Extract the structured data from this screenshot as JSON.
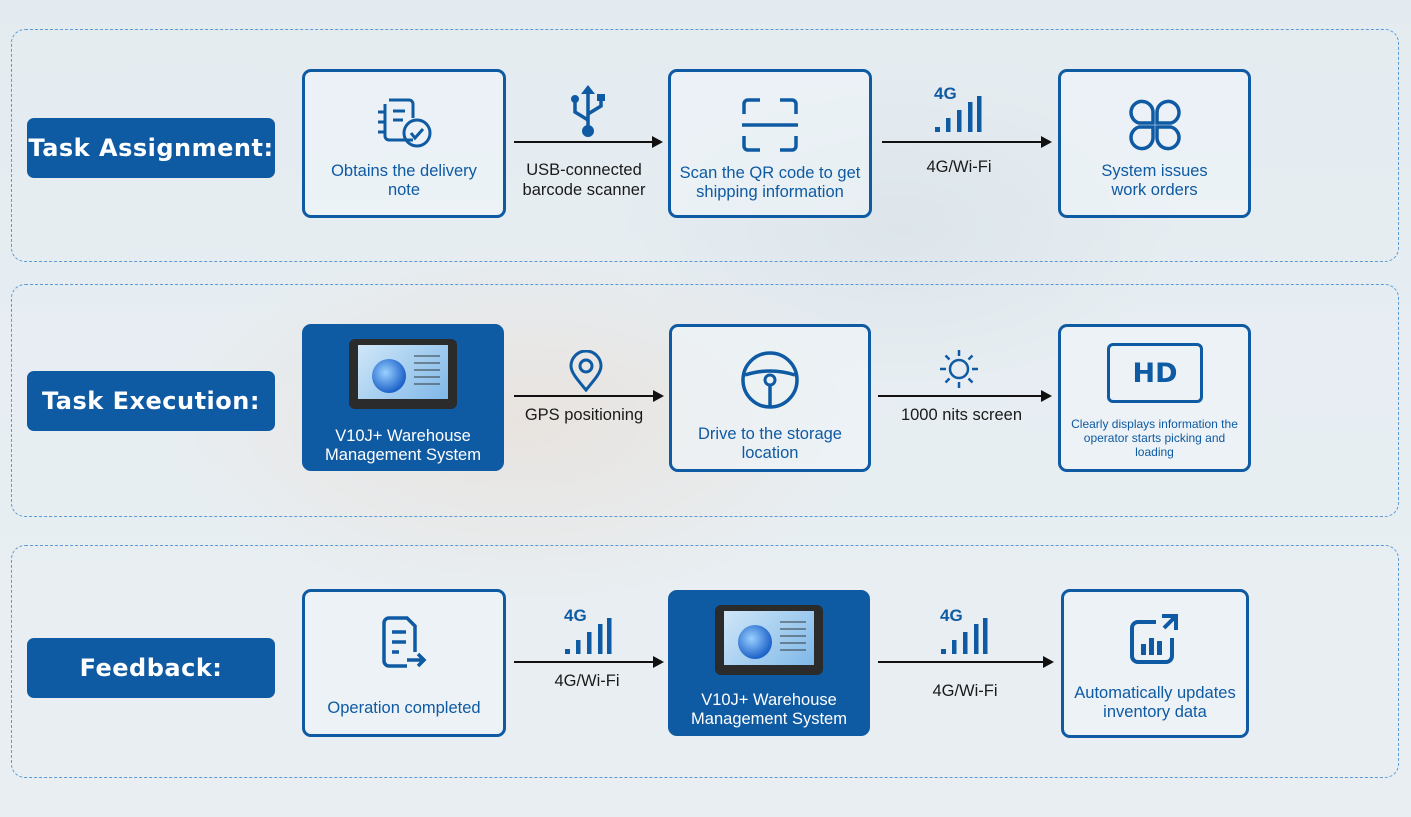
{
  "rows": [
    {
      "label": "Task Assignment:",
      "box1": "Obtains the delivery note",
      "link1": "USB-connected barcode scanner",
      "box2": "Scan the QR code to get shipping information",
      "link2": "4G/Wi-Fi",
      "box3": "System issues work orders"
    },
    {
      "label": "Task Execution:",
      "box1": "V10J+ Warehouse Management System",
      "link1": "GPS positioning",
      "box2": "Drive to the storage location",
      "link2": "1000 nits screen",
      "box3_badge": "HD",
      "box3": "Clearly displays information the operator starts picking and loading"
    },
    {
      "label": "Feedback:",
      "box1": "Operation completed",
      "link1": "4G/Wi-Fi",
      "box2": "V10J+ Warehouse Management System",
      "link2": "4G/Wi-Fi",
      "box3": "Automatically updates inventory data"
    }
  ],
  "signal_label": "4G",
  "colors": {
    "brand_blue": "#0e5aa3",
    "dashed_border": "#5a9ad8",
    "arrow": "#111111"
  },
  "icons": [
    "document-check-icon",
    "usb-icon",
    "qr-scan-frame-icon",
    "4g-signal-icon",
    "four-petal-icon",
    "tablet-image",
    "location-pin-icon",
    "steering-wheel-icon",
    "sun-icon",
    "hd-icon",
    "document-arrow-icon",
    "bar-chart-up-icon"
  ]
}
